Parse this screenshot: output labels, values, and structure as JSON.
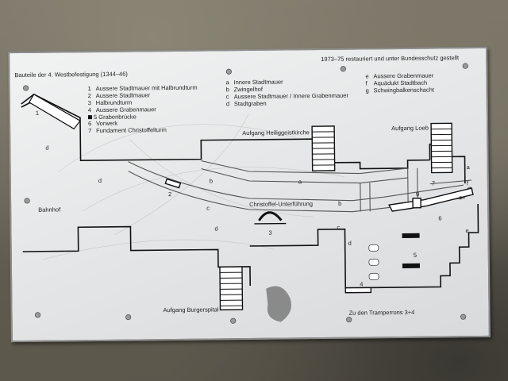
{
  "plate": {
    "title": "Bauteile der 4. Westbefestigung (1344–46)",
    "note": "1973–75 restauriert und unter Bundesschutz gestellt"
  },
  "legend_numbers": [
    {
      "id": "1",
      "label": "Aussere Stadtmauer mit Halbrundturm"
    },
    {
      "id": "2",
      "label": "Aussere Stadtmauer"
    },
    {
      "id": "3",
      "label": "Halbrundturm"
    },
    {
      "id": "4",
      "label": "Aussere Grabenmauer"
    },
    {
      "id": "5",
      "label": "Grabenbrücke"
    },
    {
      "id": "6",
      "label": "Vorwerk"
    },
    {
      "id": "7",
      "label": "Fundament Christoffelturm"
    }
  ],
  "legend_letters_a": [
    {
      "id": "a",
      "label": "Innere Stadtmauer"
    },
    {
      "id": "b",
      "label": "Zwingelhof"
    },
    {
      "id": "c",
      "label": "Aussere Stadtmauer / Innere Grabenmauer"
    },
    {
      "id": "d",
      "label": "Stadtgraben"
    }
  ],
  "legend_letters_b": [
    {
      "id": "e",
      "label": "Aussere Grabenmauer"
    },
    {
      "id": "f",
      "label": "Aquädukt Stadtbach"
    },
    {
      "id": "g",
      "label": "Schwingbalkenschacht"
    }
  ],
  "map_labels": {
    "heiliggeist": "Aufgang Heiliggeistkirche",
    "loeb": "Aufgang Loeb",
    "bahnhof": "Bahnhof",
    "unterfuehrung": "Christoffel-Unterführung",
    "burgerspital": "Aufgang Burgerspital",
    "perrons": "Zu den Tramperrons 3+4"
  },
  "map_markers": {
    "m1": "1",
    "m2": "2",
    "m3": "3",
    "m4": "4",
    "m5": "5",
    "m6": "6",
    "m7": "7",
    "a1": "a",
    "a2": "a",
    "b1": "b",
    "b2": "b",
    "c1": "c",
    "c2": "c",
    "c3": "c",
    "d1": "d",
    "d2": "d",
    "d3": "d",
    "d4": "d",
    "e1": "e",
    "g1": "g",
    "f1": "f"
  },
  "colors": {
    "plate": "#e6e7e8",
    "ink": "#1a1a1a",
    "wall": "#6f6a5c"
  }
}
